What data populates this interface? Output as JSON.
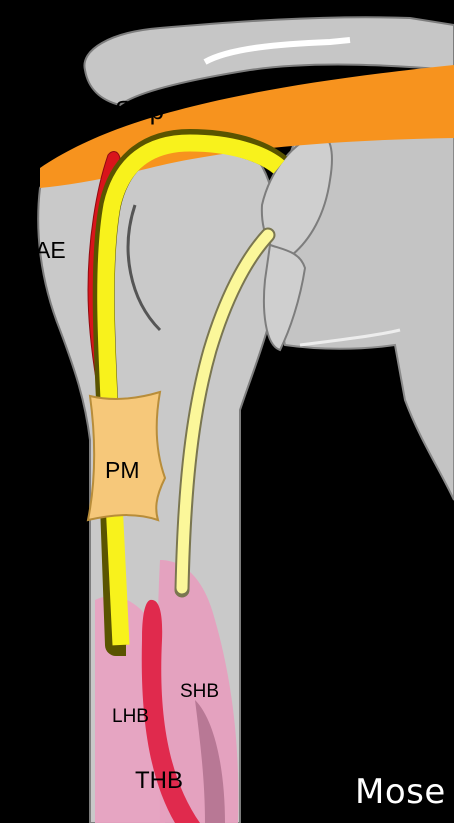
{
  "labels": {
    "ssp": "SSp",
    "ae": "AE",
    "pm": "PM",
    "shb": "SHB",
    "lhb": "LHB",
    "thb": "THB"
  },
  "credit": "Mose",
  "colors": {
    "background": "#000000",
    "bone": "#c9c9c9",
    "bone_outline": "#7d7d7d",
    "supraspinatus": "#f7931e",
    "long_head_biceps_tendon": "#f8f21c",
    "short_head_biceps_tendon": "#fbf79a",
    "pectoralis_major": "#f6c87a",
    "axillary_artery": "#d9141b",
    "biceps_muscle": "#e8a3c2"
  }
}
